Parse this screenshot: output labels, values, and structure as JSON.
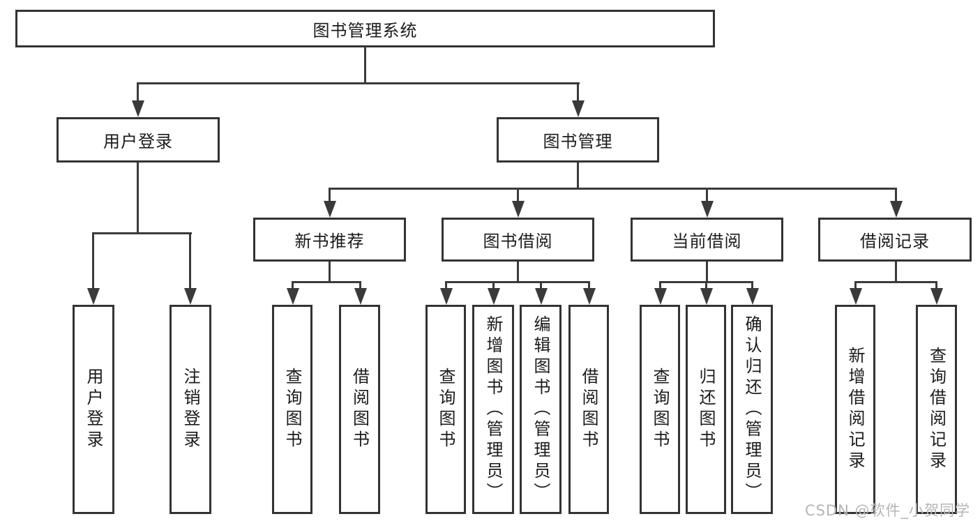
{
  "tree": {
    "label": "图书管理系统",
    "children": [
      {
        "label": "用户登录",
        "children": [
          {
            "label": "用户登录"
          },
          {
            "label": "注销登录"
          }
        ]
      },
      {
        "label": "图书管理",
        "children": [
          {
            "label": "新书推荐",
            "children": [
              {
                "label": "查询图书"
              },
              {
                "label": "借阅图书"
              }
            ]
          },
          {
            "label": "图书借阅",
            "children": [
              {
                "label": "查询图书"
              },
              {
                "label": "新增图书（管理员）"
              },
              {
                "label": "编辑图书（管理员）"
              },
              {
                "label": "借阅图书"
              }
            ]
          },
          {
            "label": "当前借阅",
            "children": [
              {
                "label": "查询图书"
              },
              {
                "label": "归还图书"
              },
              {
                "label": "确认归还（管理员）"
              }
            ]
          },
          {
            "label": "借阅记录",
            "children": [
              {
                "label": "新增借阅记录"
              },
              {
                "label": "查询借阅记录"
              }
            ]
          }
        ]
      }
    ]
  },
  "watermark": "CSDN @软件_小贺同学",
  "colors": {
    "line": "#3a3a3a",
    "border": "#333333",
    "text": "#1b1b1b",
    "background": "#ffffff",
    "watermark": "#b5b5b5"
  }
}
